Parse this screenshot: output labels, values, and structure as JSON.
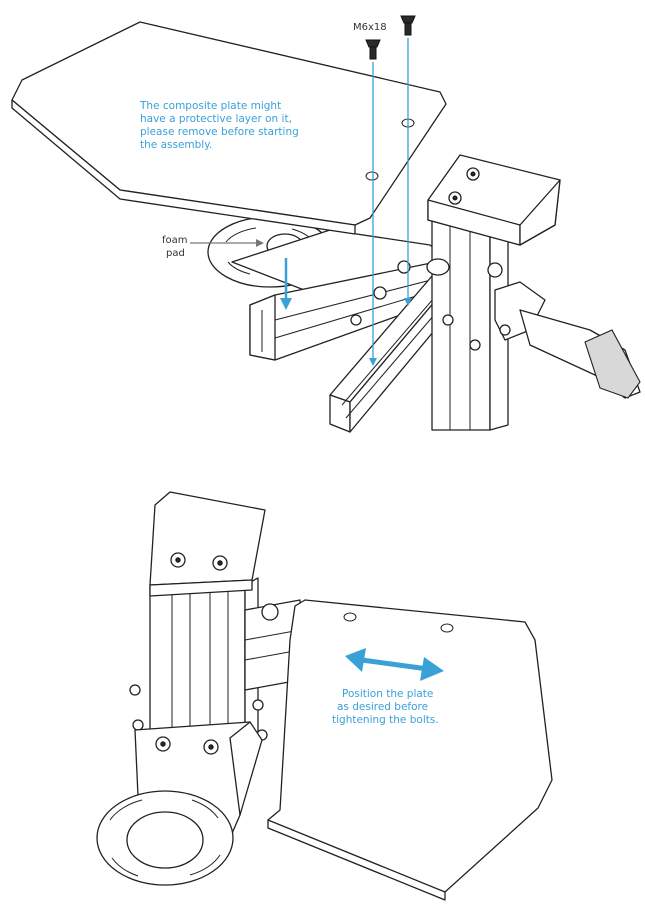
{
  "top_assembly": {
    "screw_label": "M6x18",
    "protective_note": [
      "The composite plate might",
      "have a protective layer on it,",
      "please remove before starting",
      "the assembly."
    ],
    "foam_label": [
      "foam",
      "pad"
    ]
  },
  "bottom_assembly": {
    "position_note": [
      "Position the plate",
      "as desired before",
      "tightening the bolts."
    ]
  },
  "colors": {
    "accent": "#3aa0d8",
    "line": "#222222"
  }
}
